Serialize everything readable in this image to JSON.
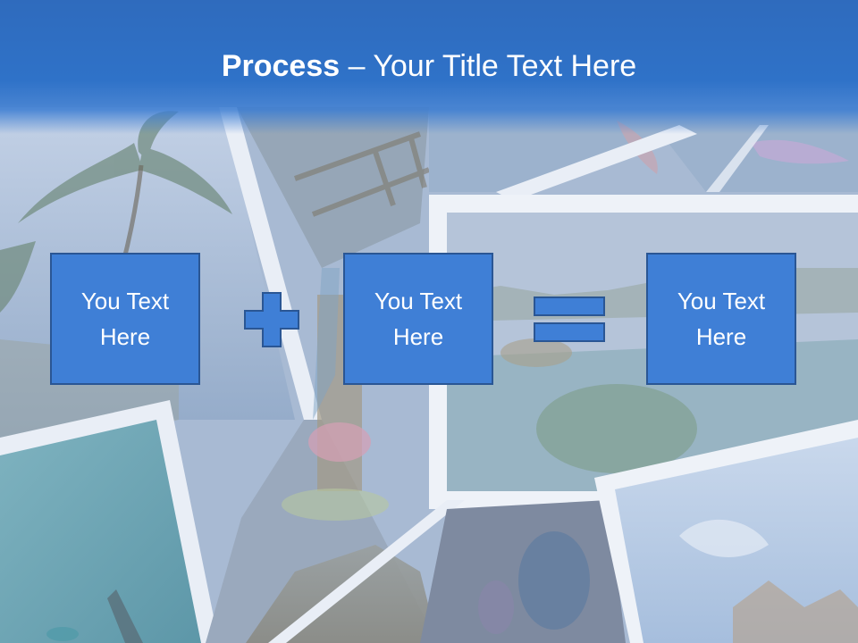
{
  "title": {
    "bold": "Process",
    "separator": " – ",
    "rest": "Your Title Text Here"
  },
  "boxes": [
    {
      "line1": "You Text",
      "line2": "Here"
    },
    {
      "line1": "You Text",
      "line2": "Here"
    },
    {
      "line1": "You Text",
      "line2": "Here"
    }
  ],
  "operators": {
    "first": "plus-icon",
    "second": "equals-icon"
  },
  "colors": {
    "header": "#2f6bbd",
    "box_fill": "#3f7fd6",
    "box_border": "#2a5694",
    "text": "#ffffff"
  }
}
